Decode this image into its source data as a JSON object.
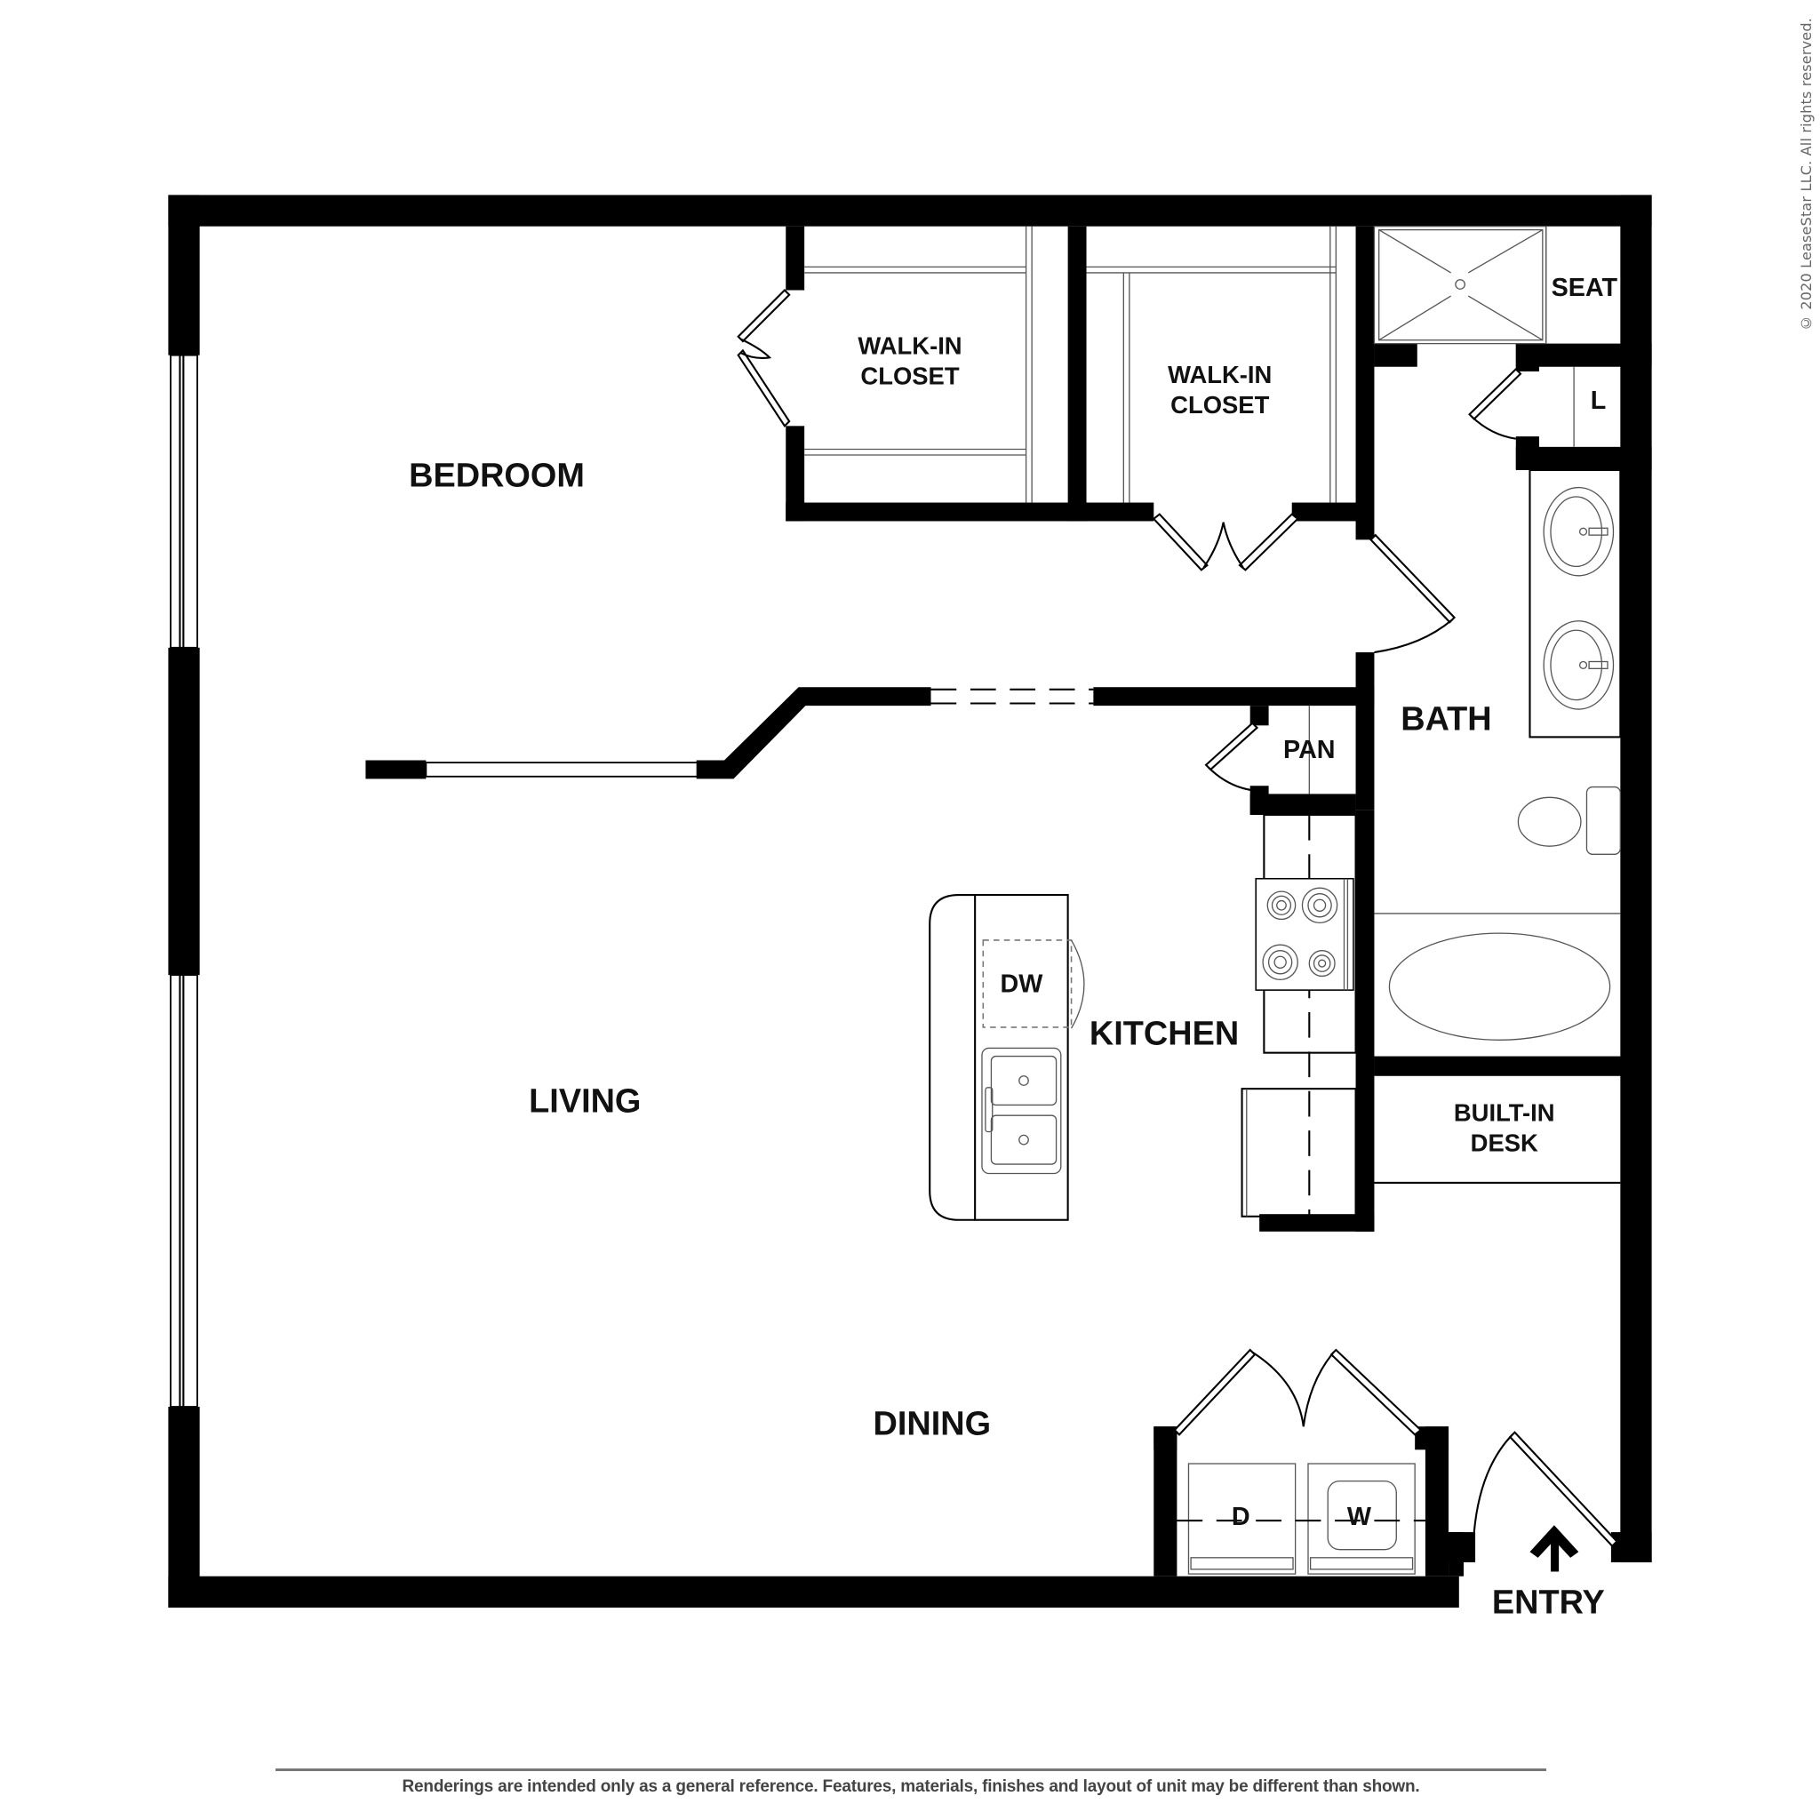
{
  "floor_plan": {
    "rooms": {
      "bedroom": "BEDROOM",
      "walk_in_closet_1": [
        "WALK-IN",
        "CLOSET"
      ],
      "walk_in_closet_2": [
        "WALK-IN",
        "CLOSET"
      ],
      "bath": "BATH",
      "seat": "SEAT",
      "linen": "L",
      "pantry": "PAN",
      "kitchen": "KITCHEN",
      "dishwasher": "DW",
      "living": "LIVING",
      "dining": "DINING",
      "built_in_desk": [
        "BUILT-IN",
        "DESK"
      ],
      "dryer": "D",
      "washer": "W",
      "entry": "ENTRY"
    },
    "icons": {
      "entry_arrow": "arrow-up-icon"
    }
  },
  "copyright": "© 2020 LeaseStar LLC. All rights reserved.",
  "disclaimer": "Renderings are intended only as a general reference. Features, materials, finishes and layout of unit may be different than shown."
}
